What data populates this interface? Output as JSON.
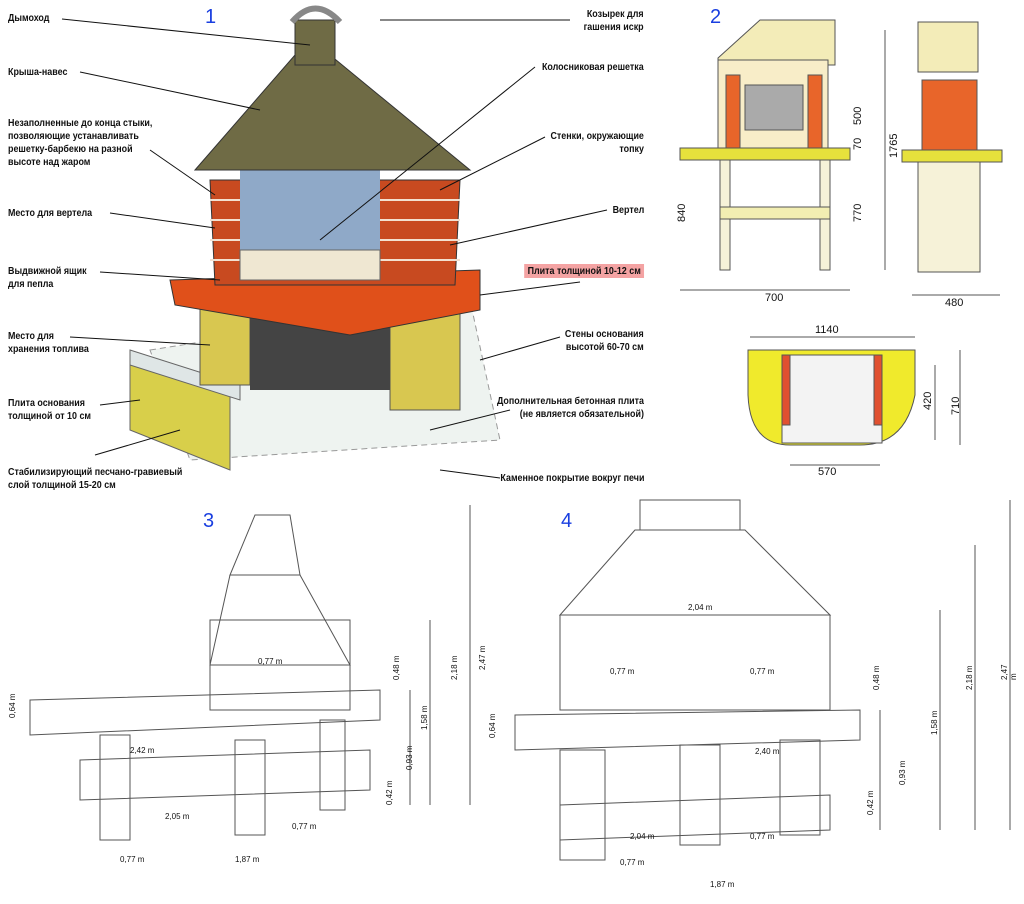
{
  "panel_numbers": [
    "1",
    "2",
    "3",
    "4"
  ],
  "panel1": {
    "left_labels": [
      "Дымоход",
      "Крыша-навес",
      "Незаполненные до конца стыки,\nпозволяющие устанавливать\nрешетку-барбекю на разной\nвысоте над жаром",
      "Место для вертела",
      "Выдвижной ящик\nдля пепла",
      "Место для\nхранения топлива",
      "Плита основания\nтолщиной от 10 см",
      "Стабилизирующий песчано-гравиевый\nслой толщиной 15-20 см"
    ],
    "right_labels": [
      "Козырек для\nгашения искр",
      "Колосниковая решетка",
      "Стенки, окружающие\nтопку",
      "Вертел",
      "Плита толщиной 10-12 см",
      "Стены основания\nвысотой 60-70 см",
      "Дополнительная бетонная плита\n(не является обязательной)",
      "Каменное покрытие вокруг печи"
    ],
    "highlight_color": "#f4a3a3"
  },
  "panel2": {
    "dims": {
      "d500": "500",
      "d70": "70",
      "d1765": "1765",
      "d840": "840",
      "d770": "770",
      "d700": "700",
      "d480": "480",
      "d1140": "1140",
      "d420": "420",
      "d710": "710",
      "d570": "570"
    }
  },
  "panel3": {
    "dims": {
      "top_w": "0,77 m",
      "h048": "0,48 m",
      "h218": "2,18 m",
      "h247": "2,47 m",
      "h158": "1,58 m",
      "h064": "0,64 m",
      "w242": "2,42 m",
      "h093": "0,93 m",
      "h042": "0,42 m",
      "w205": "2,05 m",
      "w077a": "0,77 m",
      "w077b": "0,77 m",
      "w187": "1,87 m"
    }
  },
  "panel4": {
    "dims": {
      "w204top": "2,04 m",
      "w077a": "0,77 m",
      "w077b": "0,77 m",
      "h048": "0,48 m",
      "h218": "2,18 m",
      "h247": "2,47 m",
      "h158": "1,58 m",
      "h064": "0,64 m",
      "w240": "2,40 m",
      "h093": "0,93 m",
      "h042": "0,42 m",
      "w204": "2,04 m",
      "w077c": "0,77 m",
      "w077d": "0,77 m",
      "w187": "1,87 m"
    }
  }
}
